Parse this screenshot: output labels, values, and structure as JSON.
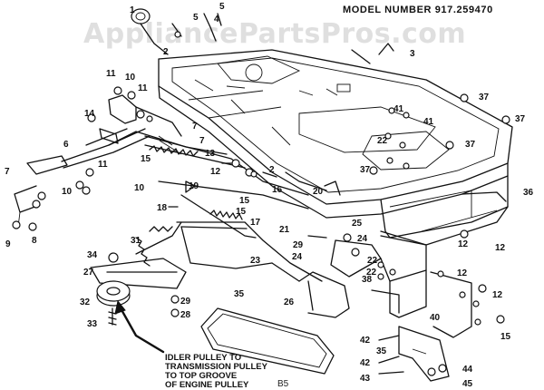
{
  "header": {
    "model_number": "MODEL NUMBER 917.259470"
  },
  "watermark": {
    "text": "AppliancePartsPros.com"
  },
  "note": {
    "lines": [
      "IDLER PULLEY TO",
      "TRANSMISSION PULLEY",
      "TO TOP GROOVE",
      "OF ENGINE PULLEY"
    ]
  },
  "page_code": "B5",
  "callouts": [
    {
      "id": "c1",
      "text": "1"
    },
    {
      "id": "c2",
      "text": "2"
    },
    {
      "id": "c3",
      "text": "3"
    },
    {
      "id": "c4",
      "text": "4"
    },
    {
      "id": "c5",
      "text": "5"
    },
    {
      "id": "c5b",
      "text": "5"
    },
    {
      "id": "c6",
      "text": "6"
    },
    {
      "id": "c7a",
      "text": "7"
    },
    {
      "id": "c7b",
      "text": "7"
    },
    {
      "id": "c7c",
      "text": "7"
    },
    {
      "id": "c8",
      "text": "8"
    },
    {
      "id": "c9",
      "text": "9"
    },
    {
      "id": "c10a",
      "text": "10"
    },
    {
      "id": "c10b",
      "text": "10"
    },
    {
      "id": "c10c",
      "text": "10"
    },
    {
      "id": "c11a",
      "text": "11"
    },
    {
      "id": "c11b",
      "text": "11"
    },
    {
      "id": "c11c",
      "text": "11"
    },
    {
      "id": "c12a",
      "text": "12"
    },
    {
      "id": "c12b",
      "text": "12"
    },
    {
      "id": "c12c",
      "text": "12"
    },
    {
      "id": "c12d",
      "text": "12"
    },
    {
      "id": "c13",
      "text": "13"
    },
    {
      "id": "c14",
      "text": "14"
    },
    {
      "id": "c15a",
      "text": "15"
    },
    {
      "id": "c15b",
      "text": "15"
    },
    {
      "id": "c15c",
      "text": "15"
    },
    {
      "id": "c16",
      "text": "16"
    },
    {
      "id": "c17",
      "text": "17"
    },
    {
      "id": "c18",
      "text": "18"
    },
    {
      "id": "c19",
      "text": "19"
    },
    {
      "id": "c20",
      "text": "20"
    },
    {
      "id": "c21",
      "text": "21"
    },
    {
      "id": "c22a",
      "text": "22"
    },
    {
      "id": "c22b",
      "text": "22"
    },
    {
      "id": "c23",
      "text": "23"
    },
    {
      "id": "c24a",
      "text": "24"
    },
    {
      "id": "c24b",
      "text": "24"
    },
    {
      "id": "c25",
      "text": "25"
    },
    {
      "id": "c26",
      "text": "26"
    },
    {
      "id": "c27",
      "text": "27"
    },
    {
      "id": "c28",
      "text": "28"
    },
    {
      "id": "c29a",
      "text": "29"
    },
    {
      "id": "c29b",
      "text": "29"
    },
    {
      "id": "c31",
      "text": "31"
    },
    {
      "id": "c32",
      "text": "32"
    },
    {
      "id": "c33",
      "text": "33"
    },
    {
      "id": "c34",
      "text": "34"
    },
    {
      "id": "c35a",
      "text": "35"
    },
    {
      "id": "c35b",
      "text": "35"
    },
    {
      "id": "c36",
      "text": "36"
    },
    {
      "id": "c37a",
      "text": "37"
    },
    {
      "id": "c37b",
      "text": "37"
    },
    {
      "id": "c37c",
      "text": "37"
    },
    {
      "id": "c37d",
      "text": "37"
    },
    {
      "id": "c38",
      "text": "38"
    },
    {
      "id": "c40",
      "text": "40"
    },
    {
      "id": "c41a",
      "text": "41"
    },
    {
      "id": "c41b",
      "text": "41"
    },
    {
      "id": "c42a",
      "text": "42"
    },
    {
      "id": "c42b",
      "text": "42"
    },
    {
      "id": "c43",
      "text": "43"
    },
    {
      "id": "c44",
      "text": "44"
    },
    {
      "id": "c45",
      "text": "45"
    },
    {
      "id": "c22c",
      "text": "22"
    },
    {
      "id": "c12e",
      "text": "12"
    },
    {
      "id": "c15d",
      "text": "15"
    },
    {
      "id": "c2b",
      "text": "2"
    }
  ]
}
